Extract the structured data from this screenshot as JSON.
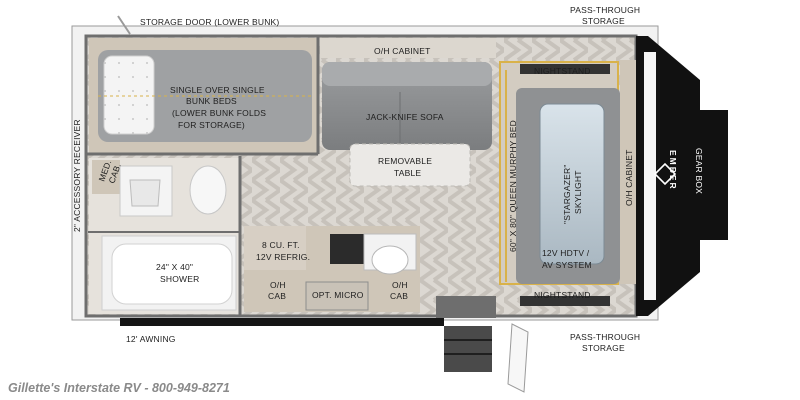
{
  "labels": {
    "storage_door": "STORAGE DOOR (LOWER BUNK)",
    "pass_through_top": [
      "PASS-THROUGH",
      "STORAGE"
    ],
    "pass_through_bottom": [
      "PASS-THROUGH",
      "STORAGE"
    ],
    "oh_cabinet_top": "O/H CABINET",
    "nightstand_top": "NIGHTSTAND",
    "nightstand_bottom": "NIGHTSTAND",
    "bunk_beds": [
      "SINGLE OVER SINGLE",
      "BUNK BEDS",
      "(LOWER BUNK FOLDS",
      "FOR STORAGE)"
    ],
    "sofa": "JACK-KNIFE SOFA",
    "table": [
      "REMOVABLE",
      "TABLE"
    ],
    "murphy_bed": "60\" X 80\" QUEEN MURPHY BED",
    "skylight": [
      "\"STARGAZER\"",
      "SKYLIGHT"
    ],
    "hdtv": [
      "12V HDTV /",
      "AV SYSTEM"
    ],
    "oh_cabinet_right": "O/H CABINET",
    "gear_box": "GEAR BOX",
    "brand": "EMBER",
    "accessory_receiver": "2\" ACCESSORY RECEIVER",
    "med_cab": [
      "MED.",
      "CAB."
    ],
    "shower": [
      "24\" X 40\"",
      "SHOWER"
    ],
    "refrig": [
      "8 CU. FT.",
      "12V REFRIG."
    ],
    "oh_cab_left": [
      "O/H",
      "CAB"
    ],
    "oh_cab_right": [
      "O/H",
      "CAB"
    ],
    "opt_micro": "OPT. MICRO",
    "awning": "12' AWNING",
    "footer": "Gillette's Interstate RV - 800-949-8271"
  },
  "colors": {
    "wall": "#6e6e6e",
    "floor": "#dedad5",
    "cushion": "#8a8c8e",
    "accent_yellow": "#d9b24a",
    "cabinet": "#cfc6b8",
    "front_cap": "#111111"
  }
}
